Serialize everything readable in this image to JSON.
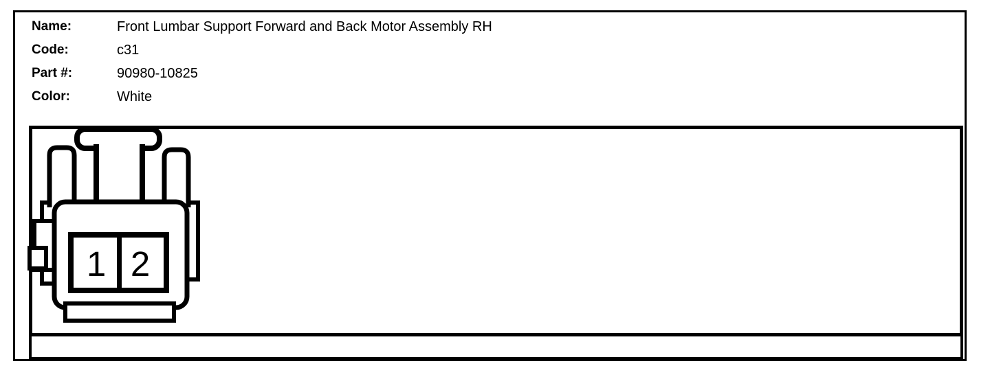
{
  "header": {
    "fields": [
      {
        "label": "Name:",
        "value": "Front Lumbar Support Forward and Back Motor Assembly RH"
      },
      {
        "label": "Code:",
        "value": "c31"
      },
      {
        "label": "Part #:",
        "value": "90980-10825"
      },
      {
        "label": "Color:",
        "value": "White"
      }
    ]
  },
  "connector": {
    "description": "2-pin connector, front view line drawing",
    "pins": [
      "1",
      "2"
    ],
    "colors": {
      "line": "#000000",
      "background": "#ffffff"
    }
  }
}
